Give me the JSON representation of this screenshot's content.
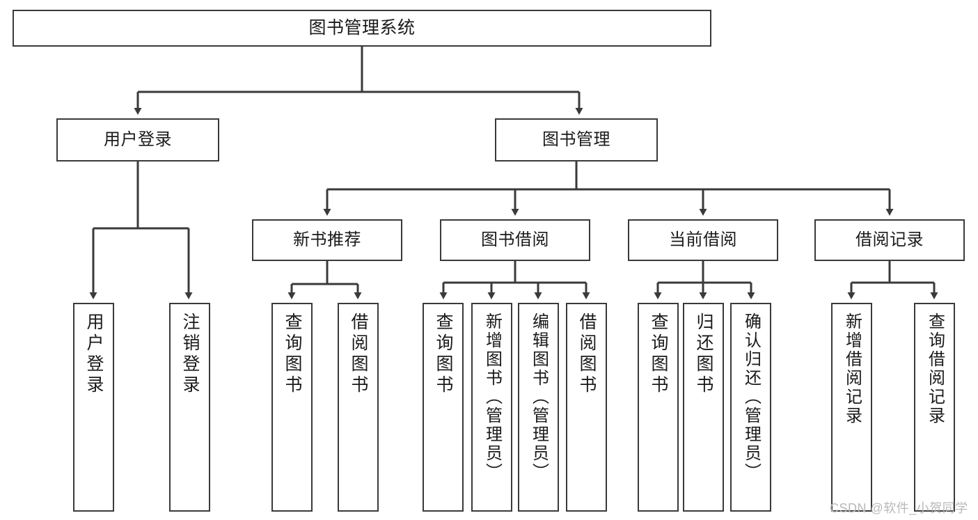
{
  "diagram": {
    "title": "图书管理系统",
    "type": "tree-hierarchy-chart",
    "theme": {
      "background": "#ffffff",
      "stroke": "#3a3a3a",
      "node_fill": "#ffffff",
      "text": "#1a1a1a",
      "watermark": "#b9b9b9"
    },
    "nodes": {
      "root": {
        "label": "图书管理系统"
      },
      "level2": [
        {
          "label": "用户登录"
        },
        {
          "label": "图书管理"
        }
      ],
      "level3": [
        {
          "label": "新书推荐"
        },
        {
          "label": "图书借阅"
        },
        {
          "label": "当前借阅"
        },
        {
          "label": "借阅记录"
        }
      ],
      "leaves_user_login": [
        {
          "label": "用户登录"
        },
        {
          "label": "注销登录"
        }
      ],
      "leaves_new_book": [
        {
          "label": "查询图书"
        },
        {
          "label": "借阅图书"
        }
      ],
      "leaves_borrow": [
        {
          "label": "查询图书"
        },
        {
          "label": "新增图书（管理员）"
        },
        {
          "label": "编辑图书（管理员）"
        },
        {
          "label": "借阅图书"
        }
      ],
      "leaves_current": [
        {
          "label": "查询图书"
        },
        {
          "label": "归还图书"
        },
        {
          "label": "确认归还（管理员）"
        }
      ],
      "leaves_record": [
        {
          "label": "新增借阅记录"
        },
        {
          "label": "查询借阅记录"
        }
      ]
    },
    "watermark": "CSDN @软件_小贺同学"
  }
}
